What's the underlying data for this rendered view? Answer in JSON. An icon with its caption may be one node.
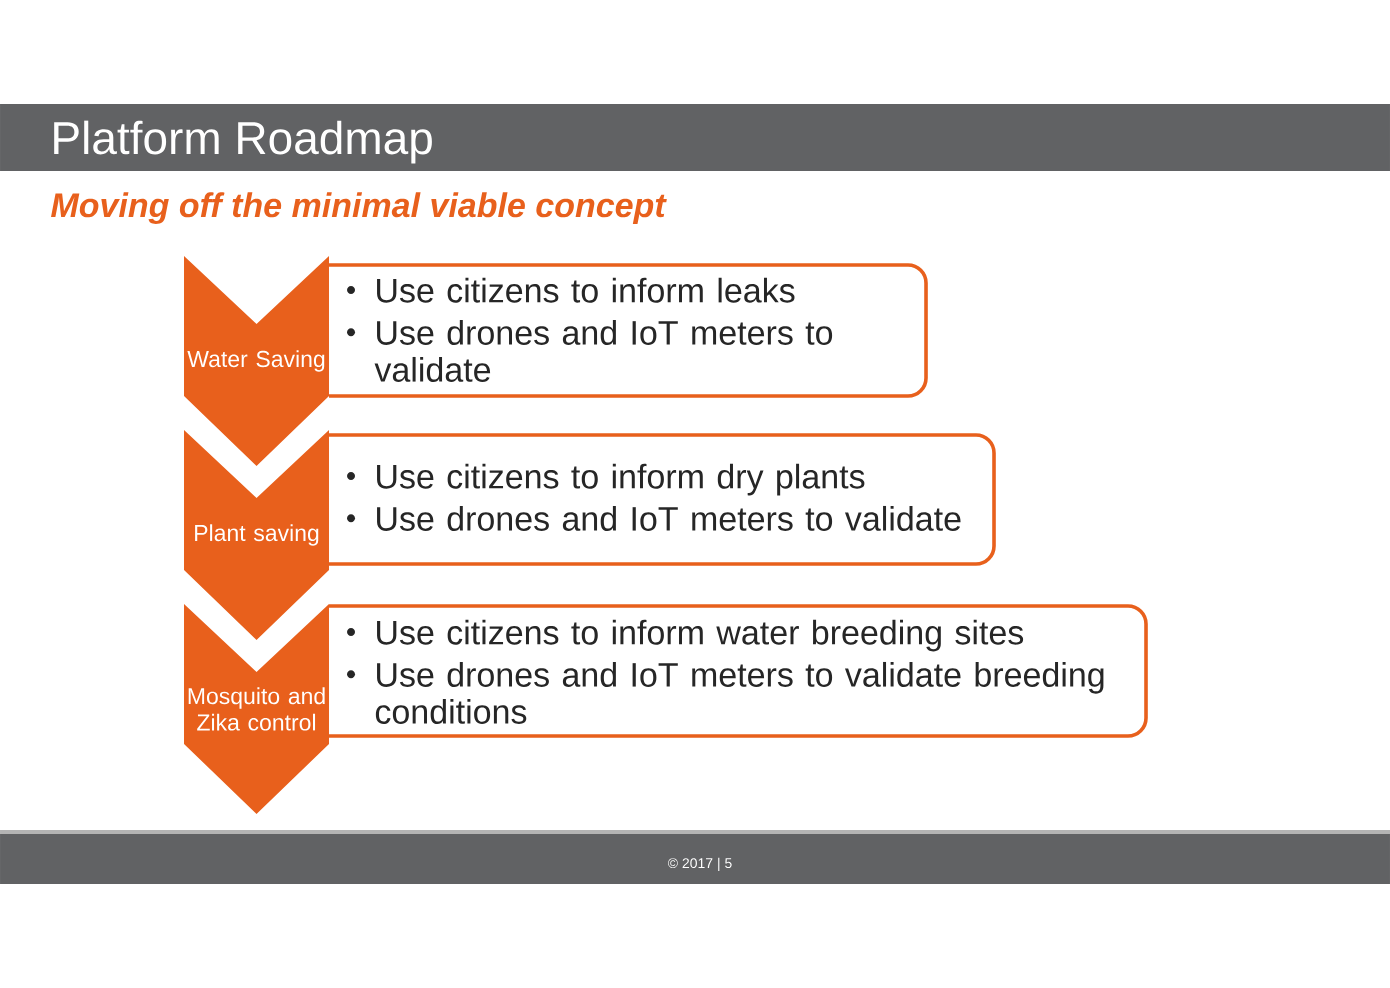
{
  "diagram": {
    "title": "Platform Roadmap",
    "nodes": [
      {
        "text": [
          "Water Saving"
        ]
      },
      {
        "text": [
          "Use citizens to inform leaks",
          "Use drones and IoT meters to validate"
        ]
      },
      {
        "text": [
          "Plant saving"
        ]
      },
      {
        "text": [
          "Use citizens to inform dry plants",
          "Use drones and IoT meters to validate"
        ]
      },
      {
        "text": [
          "Mosquito and Zika control"
        ]
      },
      {
        "text": [
          "Use citizens to inform water breeding sites",
          "Use drones and IoT meters to validate breeding conditions"
        ]
      }
    ],
    "labels": [
      "Moving off the minimal viable concept",
      "© 2017 | 5"
    ]
  }
}
